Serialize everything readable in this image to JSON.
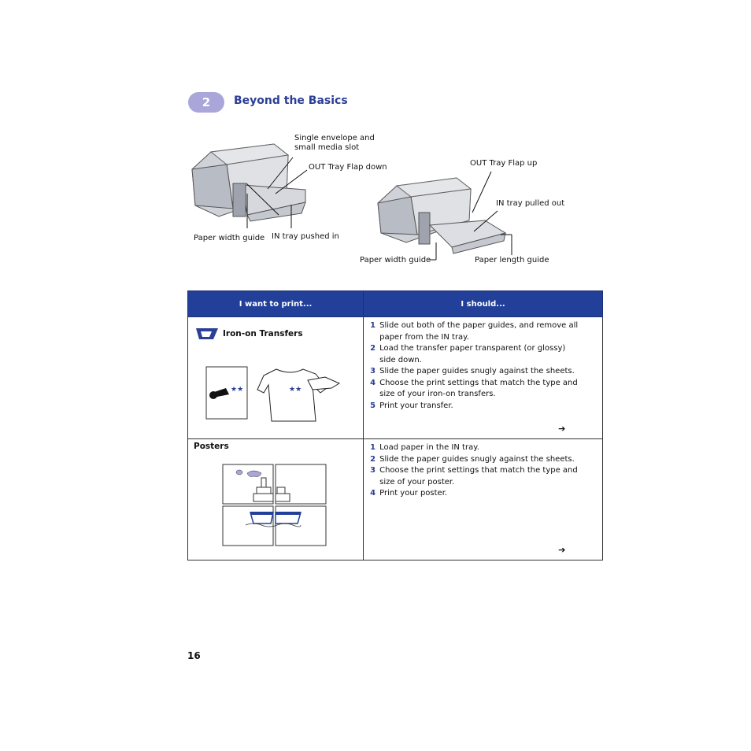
{
  "chapter": {
    "number": "2",
    "title": "Beyond the Basics"
  },
  "figure_left": {
    "callouts": {
      "envelope_slot": "Single envelope and\nsmall media slot",
      "out_tray_down": "OUT Tray Flap down",
      "paper_width": "Paper width guide",
      "in_tray_pushed": "IN tray pushed in"
    }
  },
  "figure_right": {
    "callouts": {
      "out_tray_up": "OUT Tray Flap up",
      "in_tray_out": "IN tray pulled out",
      "paper_width": "Paper width guide",
      "paper_length": "Paper length guide"
    }
  },
  "table": {
    "headers": [
      "I want to print...",
      "I should..."
    ],
    "rows": [
      {
        "title": "Iron-on Transfers",
        "steps": [
          {
            "n": "1",
            "text": "Slide out both of the paper guides, and remove all paper from the IN tray."
          },
          {
            "n": "2",
            "text": "Load the transfer paper transparent (or glossy) side down."
          },
          {
            "n": "3",
            "text": "Slide the paper guides snugly against the sheets."
          },
          {
            "n": "4",
            "text": "Choose the print settings that match the type and size of your iron-on transfers."
          },
          {
            "n": "5",
            "text": "Print your transfer."
          }
        ]
      },
      {
        "title": "Posters",
        "steps": [
          {
            "n": "1",
            "text": "Load paper in the IN tray."
          },
          {
            "n": "2",
            "text": "Slide the paper guides snugly against the sheets."
          },
          {
            "n": "3",
            "text": "Choose the print settings that match the type and size of your poster."
          },
          {
            "n": "4",
            "text": "Print your poster."
          }
        ]
      }
    ]
  },
  "page_number": "16",
  "colors": {
    "accent": "#2b3f95",
    "header_bg": "#22409a",
    "badge": "#a9a6d9"
  }
}
